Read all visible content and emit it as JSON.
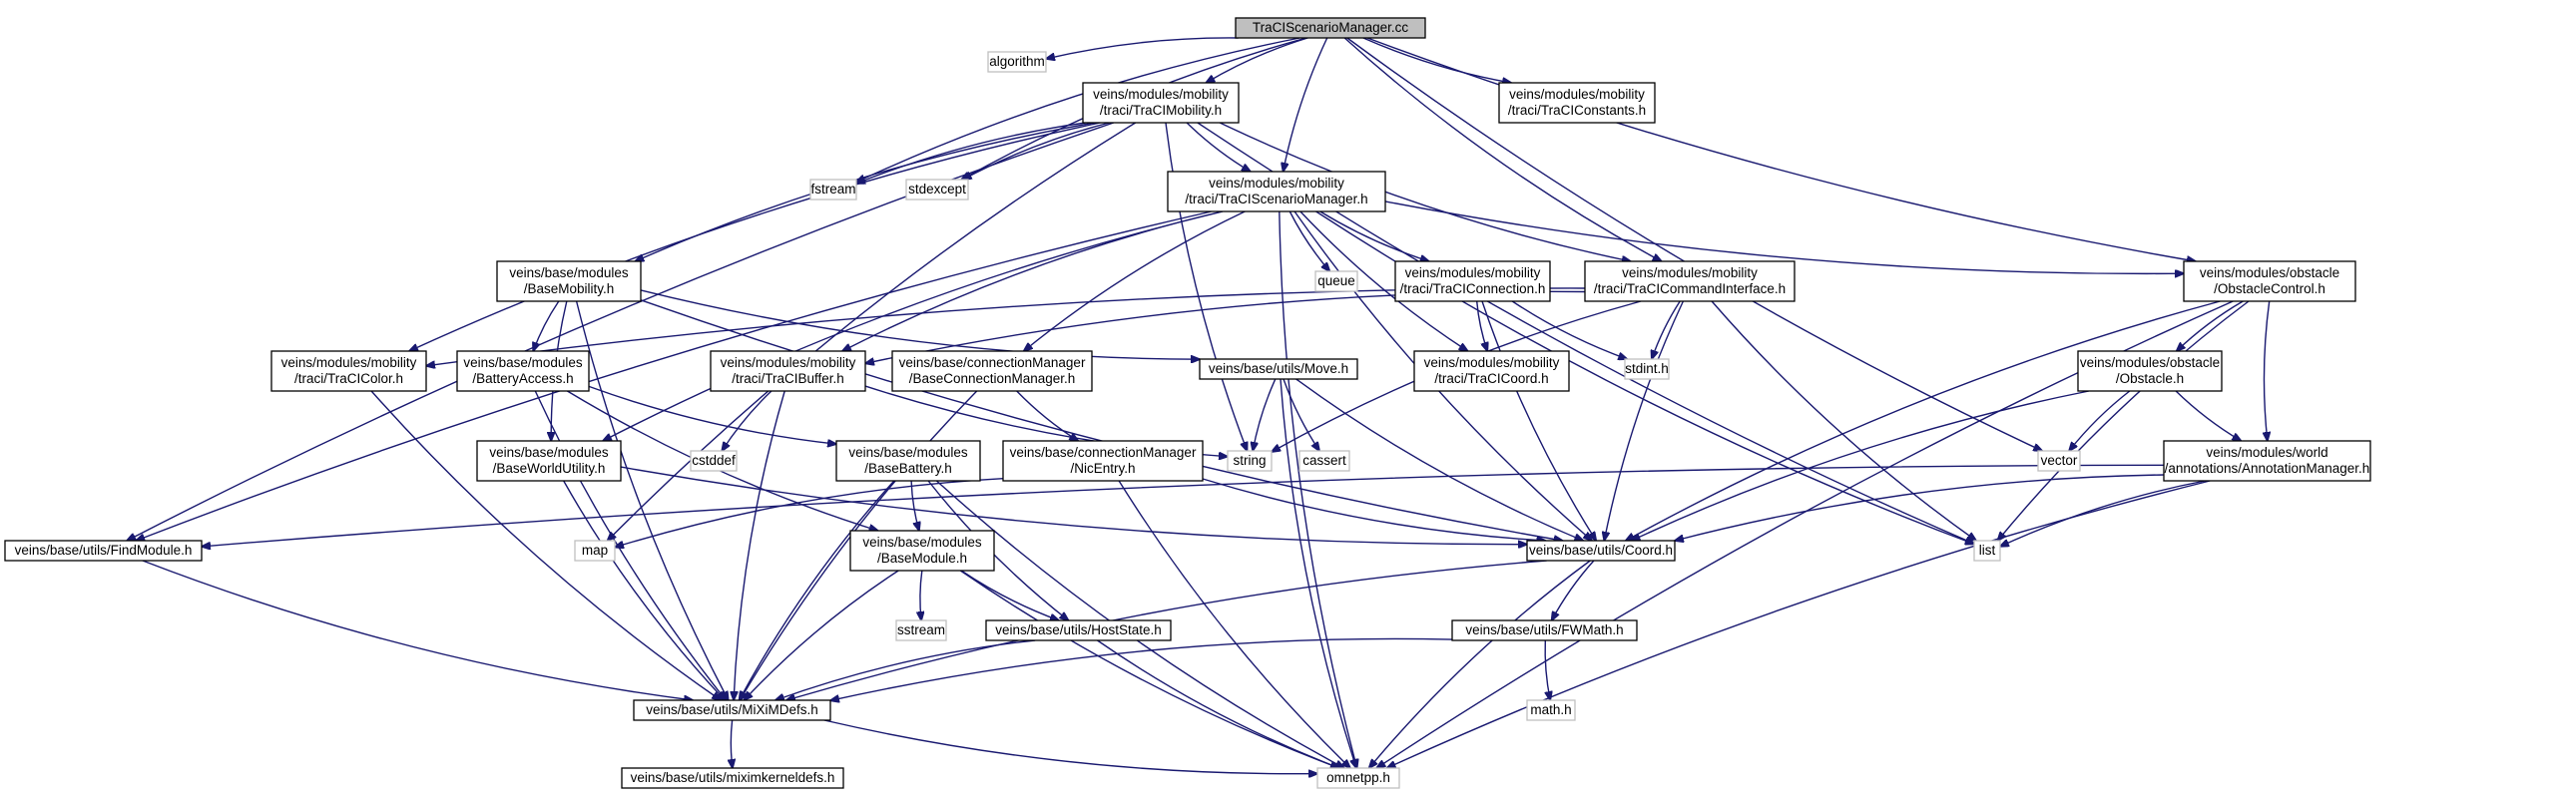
{
  "diagram": {
    "nodes": [
      {
        "id": "root",
        "lines": [
          "TraCIScenarioManager.cc"
        ],
        "kind": "root"
      },
      {
        "id": "algorithm",
        "lines": [
          "algorithm"
        ],
        "kind": "system"
      },
      {
        "id": "mob",
        "lines": [
          "veins/modules/mobility",
          "/traci/TraCIMobility.h"
        ],
        "kind": "project"
      },
      {
        "id": "consts",
        "lines": [
          "veins/modules/mobility",
          "/traci/TraCIConstants.h"
        ],
        "kind": "project"
      },
      {
        "id": "fstream",
        "lines": [
          "fstream"
        ],
        "kind": "system"
      },
      {
        "id": "stdexcept",
        "lines": [
          "stdexcept"
        ],
        "kind": "system"
      },
      {
        "id": "smh",
        "lines": [
          "veins/modules/mobility",
          "/traci/TraCIScenarioManager.h"
        ],
        "kind": "project"
      },
      {
        "id": "queue",
        "lines": [
          "queue"
        ],
        "kind": "system"
      },
      {
        "id": "basemob",
        "lines": [
          "veins/base/modules",
          "/BaseMobility.h"
        ],
        "kind": "project"
      },
      {
        "id": "conn",
        "lines": [
          "veins/modules/mobility",
          "/traci/TraCIConnection.h"
        ],
        "kind": "project"
      },
      {
        "id": "cmd",
        "lines": [
          "veins/modules/mobility",
          "/traci/TraCICommandInterface.h"
        ],
        "kind": "project"
      },
      {
        "id": "obsctl",
        "lines": [
          "veins/modules/obstacle",
          "/ObstacleControl.h"
        ],
        "kind": "project"
      },
      {
        "id": "color",
        "lines": [
          "veins/modules/mobility",
          "/traci/TraCIColor.h"
        ],
        "kind": "project"
      },
      {
        "id": "battacc",
        "lines": [
          "veins/base/modules",
          "/BatteryAccess.h"
        ],
        "kind": "project"
      },
      {
        "id": "buffer",
        "lines": [
          "veins/modules/mobility",
          "/traci/TraCIBuffer.h"
        ],
        "kind": "project"
      },
      {
        "id": "bcm",
        "lines": [
          "veins/base/connectionManager",
          "/BaseConnectionManager.h"
        ],
        "kind": "project"
      },
      {
        "id": "move",
        "lines": [
          "veins/base/utils/Move.h"
        ],
        "kind": "project"
      },
      {
        "id": "coordh",
        "lines": [
          "veins/modules/mobility",
          "/traci/TraCICoord.h"
        ],
        "kind": "project"
      },
      {
        "id": "stdint",
        "lines": [
          "stdint.h"
        ],
        "kind": "system"
      },
      {
        "id": "obstacle",
        "lines": [
          "veins/modules/obstacle",
          "/Obstacle.h"
        ],
        "kind": "project"
      },
      {
        "id": "cstddef",
        "lines": [
          "cstddef"
        ],
        "kind": "system"
      },
      {
        "id": "string",
        "lines": [
          "string"
        ],
        "kind": "system"
      },
      {
        "id": "cassert",
        "lines": [
          "cassert"
        ],
        "kind": "system"
      },
      {
        "id": "vector",
        "lines": [
          "vector"
        ],
        "kind": "system"
      },
      {
        "id": "bwu",
        "lines": [
          "veins/base/modules",
          "/BaseWorldUtility.h"
        ],
        "kind": "project"
      },
      {
        "id": "battery",
        "lines": [
          "veins/base/modules",
          "/BaseBattery.h"
        ],
        "kind": "project"
      },
      {
        "id": "nic",
        "lines": [
          "veins/base/connectionManager",
          "/NicEntry.h"
        ],
        "kind": "project"
      },
      {
        "id": "annot",
        "lines": [
          "veins/modules/world",
          "/annotations/AnnotationManager.h"
        ],
        "kind": "project"
      },
      {
        "id": "findmod",
        "lines": [
          "veins/base/utils/FindModule.h"
        ],
        "kind": "project"
      },
      {
        "id": "map",
        "lines": [
          "map"
        ],
        "kind": "system"
      },
      {
        "id": "basemod",
        "lines": [
          "veins/base/modules",
          "/BaseModule.h"
        ],
        "kind": "project"
      },
      {
        "id": "coord",
        "lines": [
          "veins/base/utils/Coord.h"
        ],
        "kind": "project"
      },
      {
        "id": "list",
        "lines": [
          "list"
        ],
        "kind": "system"
      },
      {
        "id": "sstream",
        "lines": [
          "sstream"
        ],
        "kind": "system"
      },
      {
        "id": "hoststate",
        "lines": [
          "veins/base/utils/HostState.h"
        ],
        "kind": "project"
      },
      {
        "id": "fwmath",
        "lines": [
          "veins/base/utils/FWMath.h"
        ],
        "kind": "project"
      },
      {
        "id": "mathh",
        "lines": [
          "math.h"
        ],
        "kind": "system"
      },
      {
        "id": "mixim",
        "lines": [
          "veins/base/utils/MiXiMDefs.h"
        ],
        "kind": "project"
      },
      {
        "id": "kernel",
        "lines": [
          "veins/base/utils/miximkerneldefs.h"
        ],
        "kind": "project"
      },
      {
        "id": "omnetpp",
        "lines": [
          "omnetpp.h"
        ],
        "kind": "system"
      }
    ],
    "edges": [
      [
        "root",
        "algorithm"
      ],
      [
        "root",
        "mob"
      ],
      [
        "root",
        "consts"
      ],
      [
        "root",
        "fstream"
      ],
      [
        "root",
        "stdexcept"
      ],
      [
        "root",
        "smh"
      ],
      [
        "root",
        "cmd"
      ],
      [
        "root",
        "vector"
      ],
      [
        "root",
        "obsctl"
      ],
      [
        "mob",
        "fstream"
      ],
      [
        "mob",
        "stdexcept"
      ],
      [
        "mob",
        "smh"
      ],
      [
        "mob",
        "basemob"
      ],
      [
        "mob",
        "cmd"
      ],
      [
        "mob",
        "color"
      ],
      [
        "mob",
        "string"
      ],
      [
        "mob",
        "list"
      ],
      [
        "mob",
        "findmod"
      ],
      [
        "mob",
        "map"
      ],
      [
        "smh",
        "queue"
      ],
      [
        "smh",
        "conn"
      ],
      [
        "smh",
        "coordh"
      ],
      [
        "smh",
        "obsctl"
      ],
      [
        "smh",
        "buffer"
      ],
      [
        "smh",
        "bcm"
      ],
      [
        "smh",
        "bwu"
      ],
      [
        "smh",
        "findmod"
      ],
      [
        "smh",
        "list"
      ],
      [
        "smh",
        "coord"
      ],
      [
        "smh",
        "omnetpp"
      ],
      [
        "basemob",
        "battacc"
      ],
      [
        "basemob",
        "move"
      ],
      [
        "basemob",
        "bwu"
      ],
      [
        "basemob",
        "coord"
      ],
      [
        "basemob",
        "mixim"
      ],
      [
        "conn",
        "coordh"
      ],
      [
        "conn",
        "stdint"
      ],
      [
        "conn",
        "coord"
      ],
      [
        "cmd",
        "buffer"
      ],
      [
        "cmd",
        "color"
      ],
      [
        "cmd",
        "stdint"
      ],
      [
        "cmd",
        "string"
      ],
      [
        "cmd",
        "coord"
      ],
      [
        "cmd",
        "list"
      ],
      [
        "obsctl",
        "obstacle"
      ],
      [
        "obsctl",
        "annot"
      ],
      [
        "obsctl",
        "coord"
      ],
      [
        "obsctl",
        "list"
      ],
      [
        "obsctl",
        "omnetpp"
      ],
      [
        "color",
        "mixim"
      ],
      [
        "battacc",
        "battery"
      ],
      [
        "battacc",
        "basemod"
      ],
      [
        "battacc",
        "mixim"
      ],
      [
        "buffer",
        "cstddef"
      ],
      [
        "buffer",
        "string"
      ],
      [
        "buffer",
        "mixim"
      ],
      [
        "bcm",
        "nic"
      ],
      [
        "bcm",
        "mixim"
      ],
      [
        "move",
        "string"
      ],
      [
        "move",
        "cassert"
      ],
      [
        "move",
        "coord"
      ],
      [
        "move",
        "omnetpp"
      ],
      [
        "obstacle",
        "vector"
      ],
      [
        "obstacle",
        "annot"
      ],
      [
        "obstacle",
        "coord"
      ],
      [
        "bwu",
        "coord"
      ],
      [
        "bwu",
        "mixim"
      ],
      [
        "battery",
        "basemod"
      ],
      [
        "battery",
        "hoststate"
      ],
      [
        "battery",
        "mixim"
      ],
      [
        "battery",
        "omnetpp"
      ],
      [
        "nic",
        "map"
      ],
      [
        "nic",
        "coord"
      ],
      [
        "nic",
        "omnetpp"
      ],
      [
        "annot",
        "findmod"
      ],
      [
        "annot",
        "coord"
      ],
      [
        "annot",
        "list"
      ],
      [
        "annot",
        "omnetpp"
      ],
      [
        "findmod",
        "mixim"
      ],
      [
        "basemod",
        "sstream"
      ],
      [
        "basemod",
        "hoststate"
      ],
      [
        "basemod",
        "mixim"
      ],
      [
        "basemod",
        "omnetpp"
      ],
      [
        "coord",
        "fwmath"
      ],
      [
        "coord",
        "mixim"
      ],
      [
        "coord",
        "omnetpp"
      ],
      [
        "hoststate",
        "mixim"
      ],
      [
        "hoststate",
        "omnetpp"
      ],
      [
        "fwmath",
        "mathh"
      ],
      [
        "fwmath",
        "mixim"
      ],
      [
        "mixim",
        "kernel"
      ],
      [
        "mixim",
        "omnetpp"
      ]
    ]
  }
}
